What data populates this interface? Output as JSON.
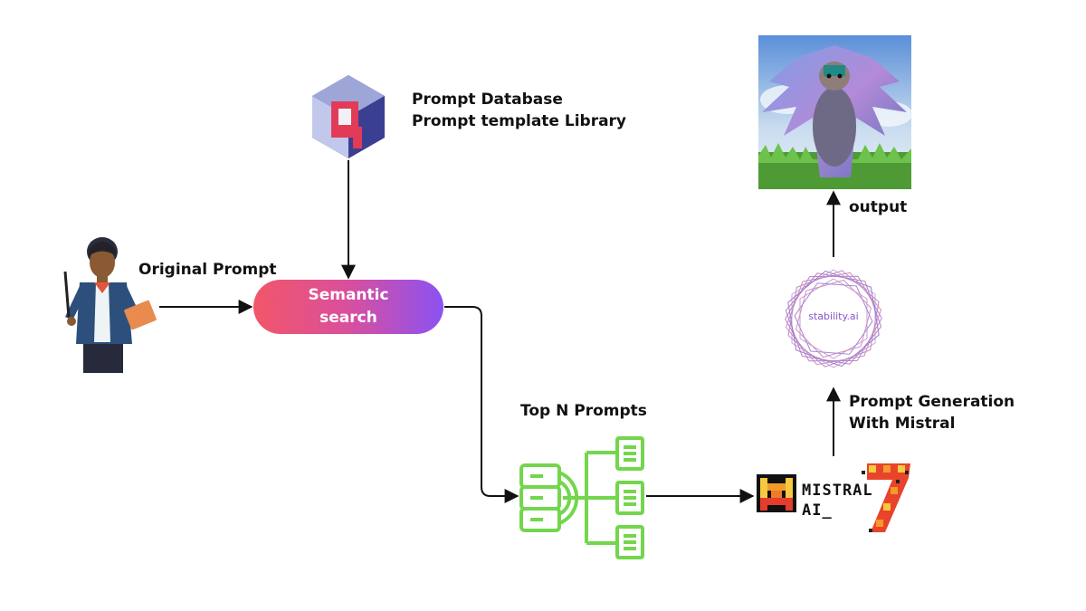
{
  "nodes": {
    "database": {
      "line1": "Prompt Database",
      "line2": "Prompt template Library"
    },
    "original_prompt": {
      "label": "Original Prompt"
    },
    "semantic_search": {
      "line1": "Semantic",
      "line2": "search"
    },
    "top_n": {
      "label": "Top N Prompts"
    },
    "mistral": {
      "line1": "MISTRAL",
      "line2": "AI_",
      "badge": "7"
    },
    "generation": {
      "line1": "Prompt Generation",
      "line2": "With Mistral"
    },
    "stability": {
      "label": "stability.ai"
    },
    "output": {
      "label": "output"
    }
  },
  "colors": {
    "pill_start": "#f25668",
    "pill_end": "#8b52f2",
    "doc_icon": "#73d64d",
    "stability_text": "#8a55c8"
  }
}
